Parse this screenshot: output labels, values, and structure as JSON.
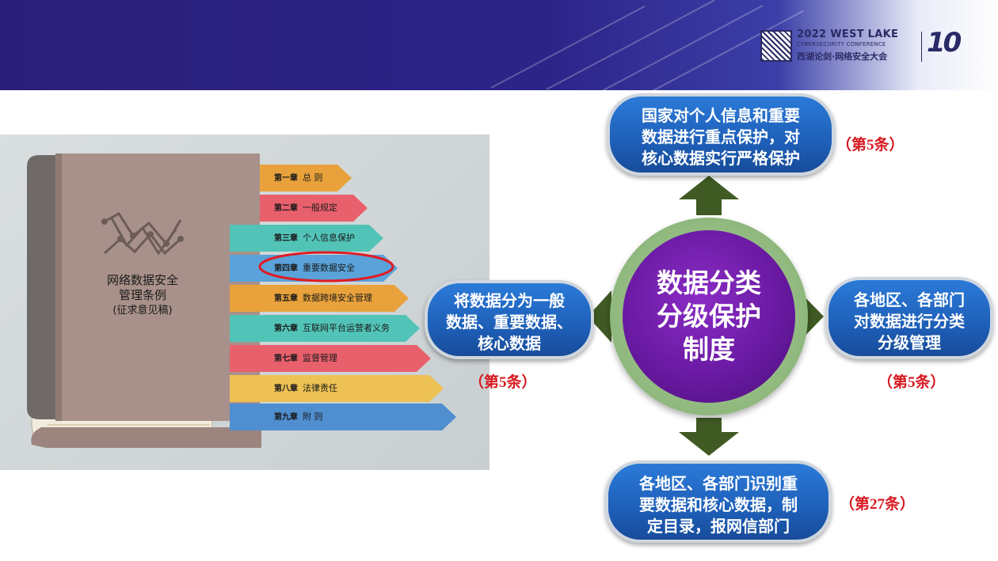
{
  "colors": {
    "header_bg": "#2d2488",
    "accent_red": "#d71920",
    "bubble_blue": "#1e5fb8",
    "center_purple": "#6a1aa3",
    "ring_green": "#8fb87d",
    "arrow_green": "#3f5a23"
  },
  "header": {
    "logo_line1": "2022 WEST LAKE",
    "logo_line2": "CYBERSECURITY CONFERENCE",
    "logo_line3": "西湖论剑·网络安全大会",
    "logo_ten": "10"
  },
  "book": {
    "title_line1": "网络数据安全",
    "title_line2": "管理条例",
    "title_line3": "(征求意见稿)",
    "highlighted_chapter_index": 3,
    "chapters": [
      {
        "no": "第一章",
        "title": "总  则",
        "color": "#e9a23b"
      },
      {
        "no": "第二章",
        "title": "一般规定",
        "color": "#e8606c"
      },
      {
        "no": "第三章",
        "title": "个人信息保护",
        "color": "#52c3b7"
      },
      {
        "no": "第四章",
        "title": "重要数据安全",
        "color": "#5aa2d9"
      },
      {
        "no": "第五章",
        "title": "数据跨境安全管理",
        "color": "#e9a23b"
      },
      {
        "no": "第六章",
        "title": "互联网平台运营者义务",
        "color": "#52c3b7"
      },
      {
        "no": "第七章",
        "title": "监督管理",
        "color": "#e8606c"
      },
      {
        "no": "第八章",
        "title": "法律责任",
        "color": "#edc153"
      },
      {
        "no": "第九章",
        "title": "附  则",
        "color": "#4f8fd0"
      }
    ]
  },
  "diagram": {
    "center": {
      "line1": "数据分类",
      "line2": "分级保护",
      "line3": "制度"
    },
    "top": {
      "line1": "国家对个人信息和重要",
      "line2": "数据进行重点保护，对",
      "line3": "核心数据实行严格保护",
      "ref": "（第5条）"
    },
    "left": {
      "line1": "将数据分为一般",
      "line2": "数据、重要数据、",
      "line3": "核心数据",
      "ref": "（第5条）"
    },
    "right": {
      "line1": "各地区、各部门",
      "line2": "对数据进行分类",
      "line3": "分级管理",
      "ref": "（第5条）"
    },
    "bottom": {
      "line1": "各地区、各部门识别重",
      "line2": "要数据和核心数据，制",
      "line3": "定目录，报网信部门",
      "ref": "（第27条）"
    }
  }
}
